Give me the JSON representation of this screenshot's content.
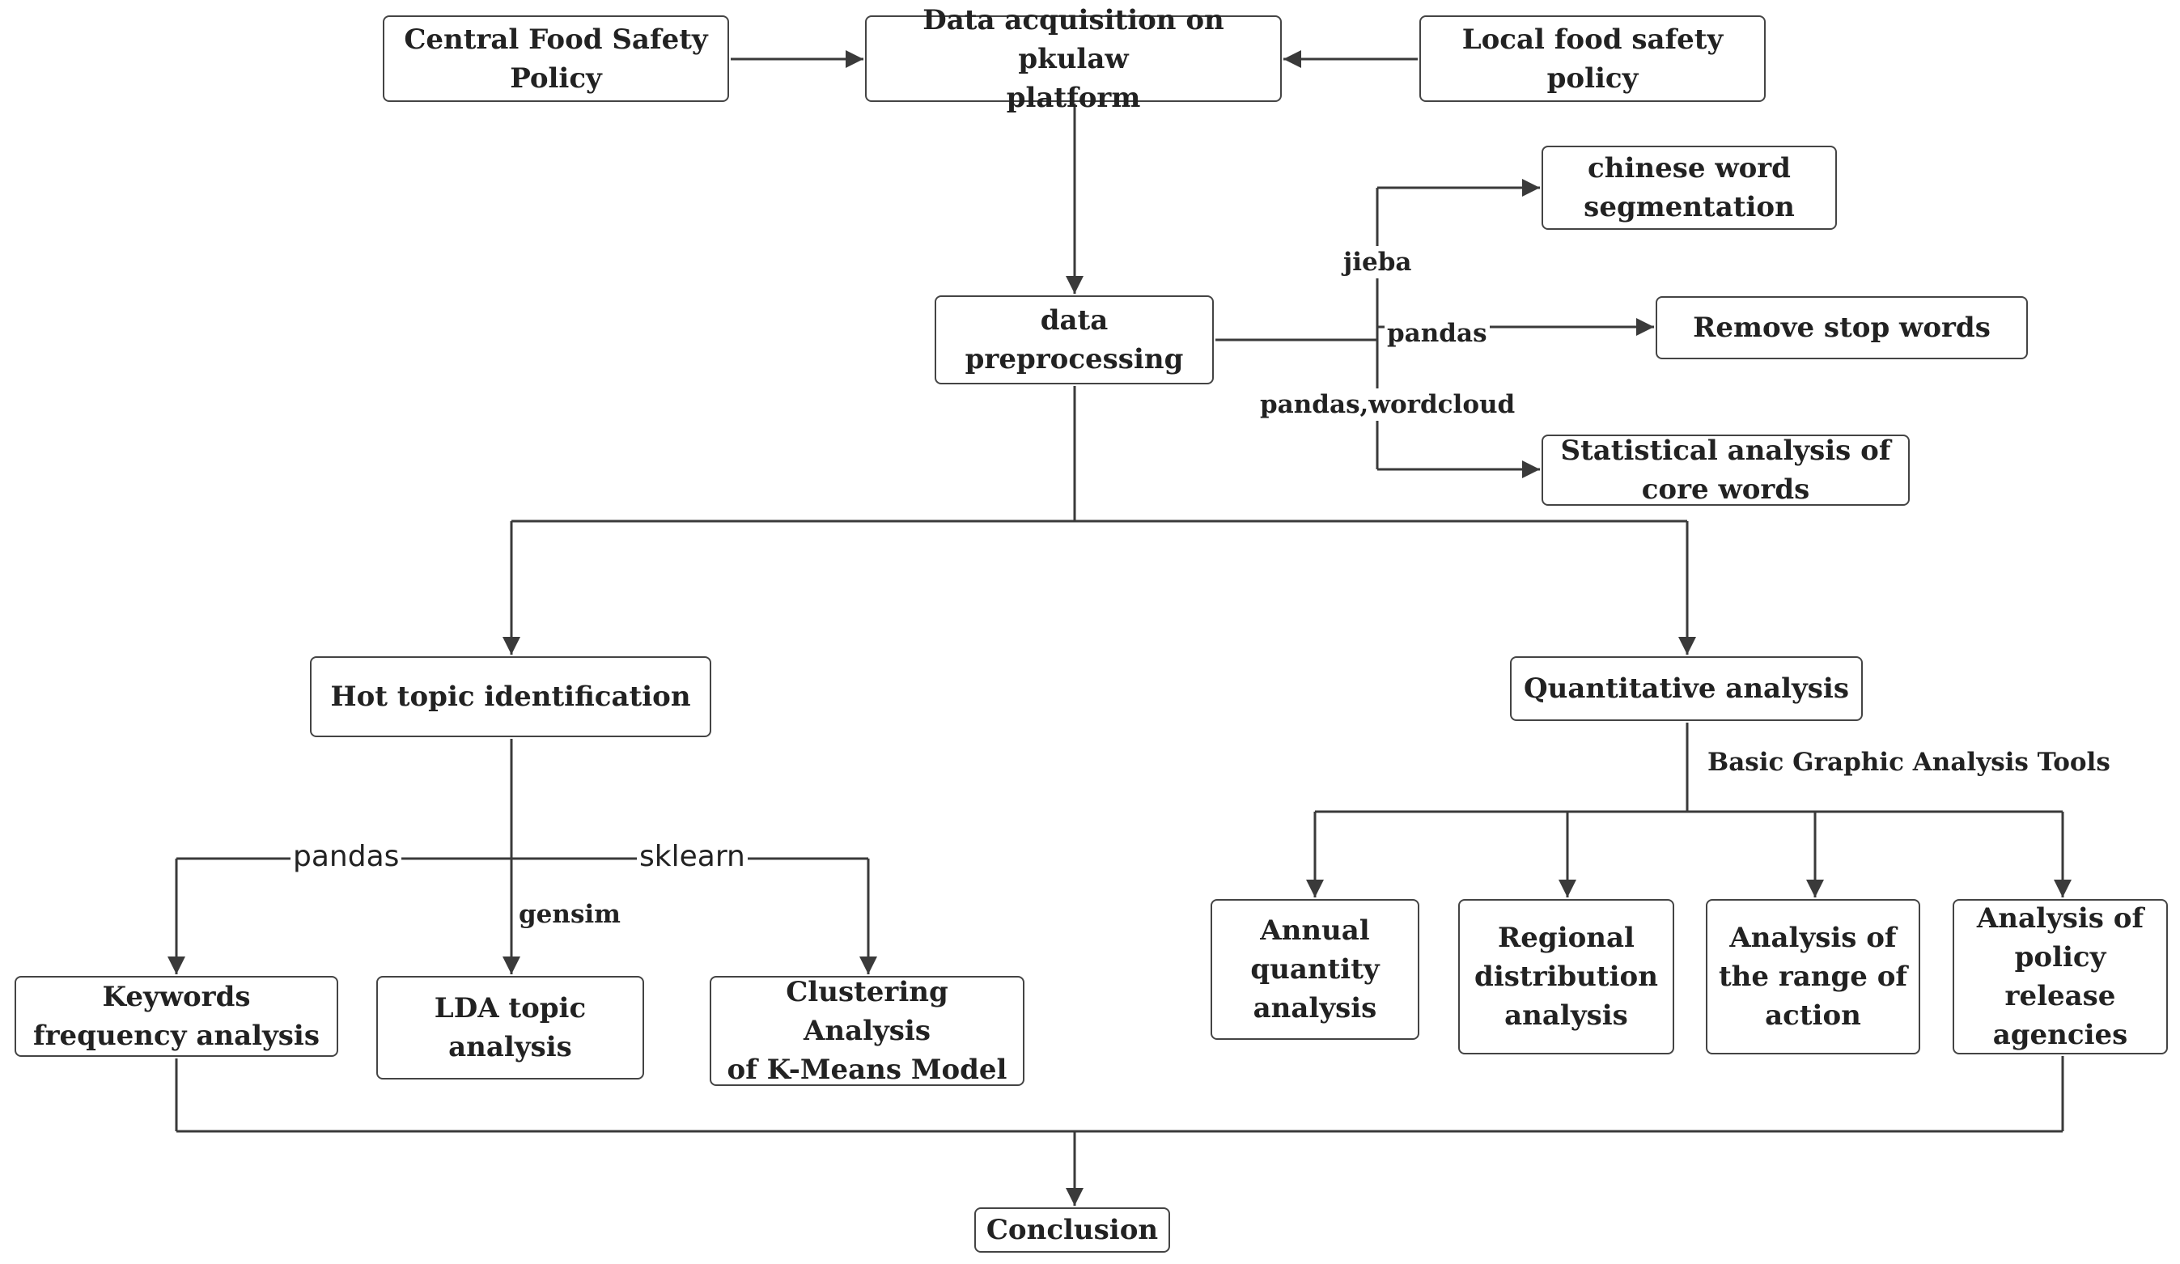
{
  "nodes": {
    "central": "Central Food Safety\nPolicy",
    "acquisition": "Data acquisition on pkulaw\nplatform",
    "local": "Local food safety\npolicy",
    "preprocessing": "data\npreprocessing",
    "segmentation": "chinese word\nsegmentation",
    "stopwords": "Remove stop words",
    "statistical": "Statistical analysis of\ncore words",
    "hot_topic": "Hot topic identification",
    "quantitative": "Quantitative analysis",
    "keywords": "Keywords\nfrequency analysis",
    "lda": "LDA topic\nanalysis",
    "clustering": "Clustering Analysis\nof K-Means Model",
    "annual": "Annual\nquantity\nanalysis",
    "regional": "Regional\ndistribution\nanalysis",
    "range": "Analysis of\nthe range of\naction",
    "agencies": "Analysis of\npolicy\nrelease\nagencies",
    "conclusion": "Conclusion"
  },
  "edge_labels": {
    "jieba": "jieba",
    "pandas_stop": "pandas",
    "pandas_wordcloud": "pandas,wordcloud",
    "pandas_keywords": "pandas",
    "sklearn": "sklearn",
    "gensim": "gensim",
    "basic_tools": "Basic Graphic Analysis Tools"
  },
  "colors": {
    "line": "#3a3a3a",
    "border": "#444444",
    "text": "#222222",
    "background": "#ffffff"
  }
}
